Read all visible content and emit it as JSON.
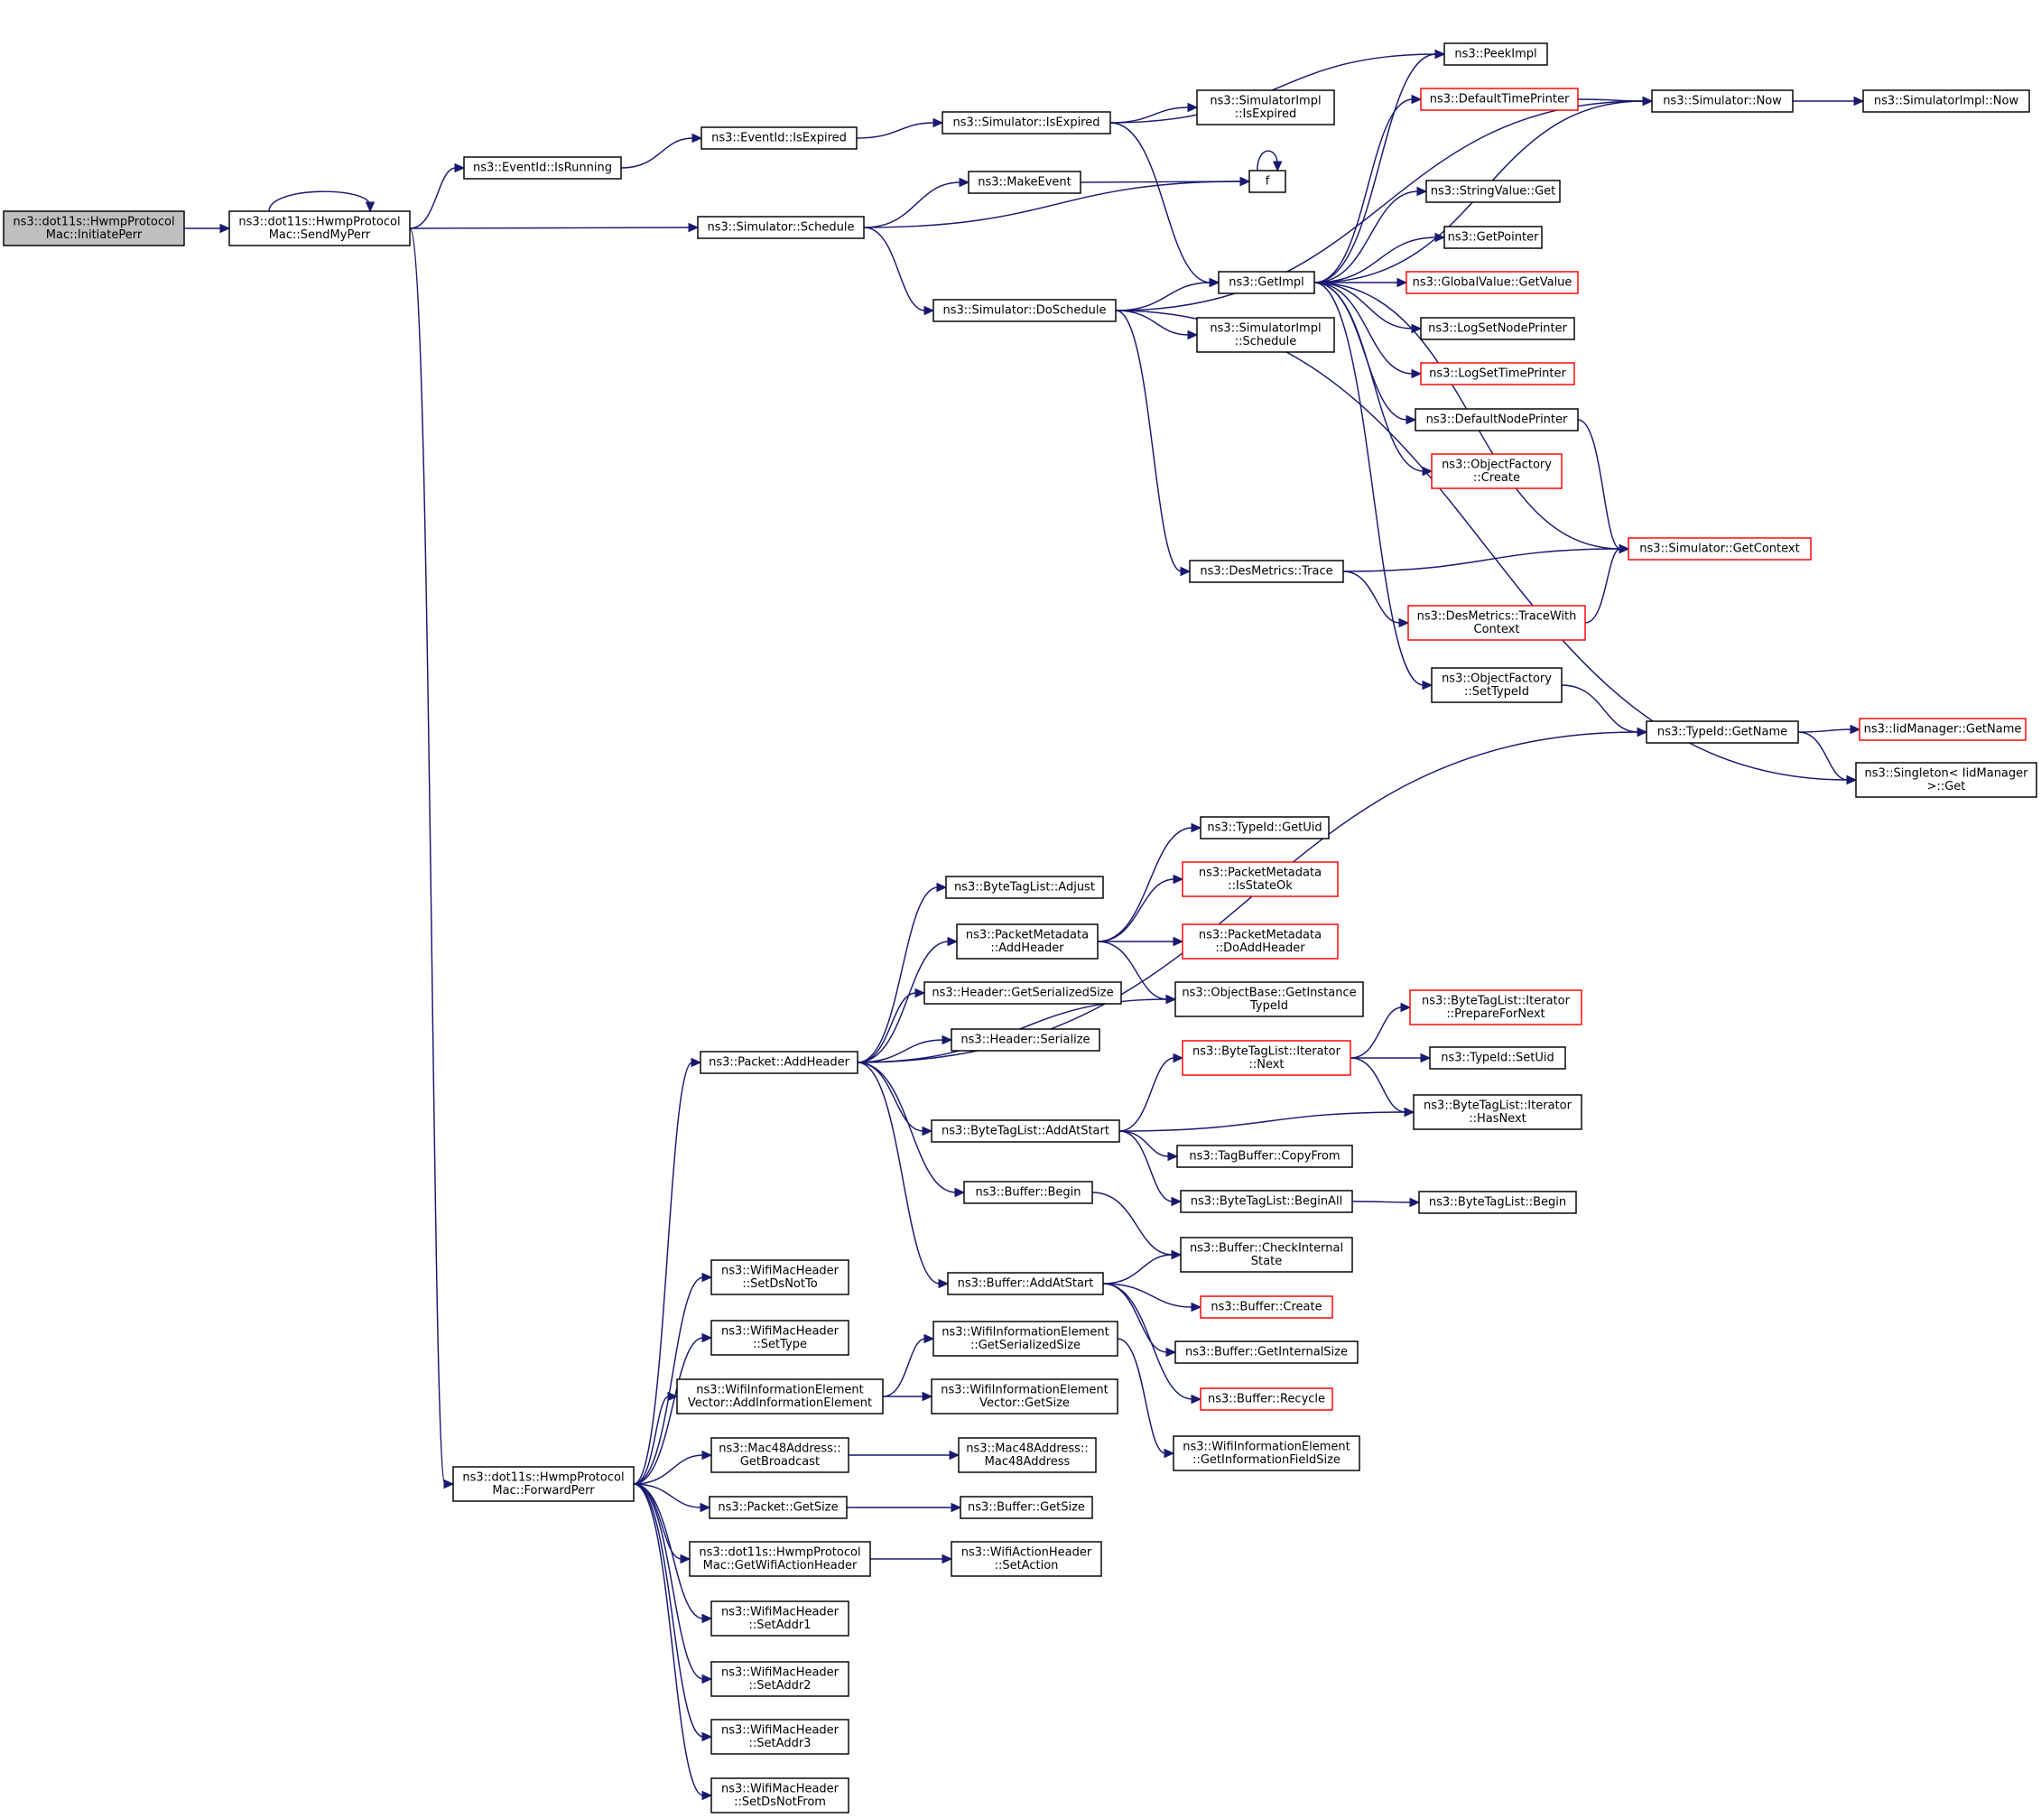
{
  "colors": {
    "edge": "#191970",
    "border": "#000000",
    "border_external": "#ff0000",
    "root_fill": "#bfbfbf"
  },
  "nodes": {
    "n0": {
      "lines": [
        "ns3::dot11s::HwmpProtocol",
        "Mac::InitiatePerr"
      ],
      "style": "root"
    },
    "n1": {
      "lines": [
        "ns3::dot11s::HwmpProtocol",
        "Mac::SendMyPerr"
      ]
    },
    "n2": {
      "lines": [
        "ns3::EventId::IsRunning"
      ]
    },
    "n3": {
      "lines": [
        "ns3::EventId::IsExpired"
      ]
    },
    "n4": {
      "lines": [
        "ns3::Simulator::IsExpired"
      ]
    },
    "n5": {
      "lines": [
        "ns3::PeekImpl"
      ]
    },
    "n6": {
      "lines": [
        "ns3::SimulatorImpl",
        "::IsExpired"
      ]
    },
    "n7": {
      "lines": [
        "ns3::DefaultTimePrinter"
      ],
      "style": "red"
    },
    "n8": {
      "lines": [
        "ns3::Simulator::Now"
      ]
    },
    "n9": {
      "lines": [
        "ns3::SimulatorImpl::Now"
      ]
    },
    "n10": {
      "lines": [
        "ns3::Simulator::Schedule"
      ]
    },
    "n11": {
      "lines": [
        "ns3::MakeEvent"
      ]
    },
    "n12": {
      "lines": [
        "f"
      ]
    },
    "n13": {
      "lines": [
        "ns3::StringValue::Get"
      ]
    },
    "n14": {
      "lines": [
        "ns3::GetPointer"
      ]
    },
    "n15": {
      "lines": [
        "ns3::GetImpl"
      ]
    },
    "n16": {
      "lines": [
        "ns3::GlobalValue::GetValue"
      ],
      "style": "red"
    },
    "n17": {
      "lines": [
        "ns3::Simulator::DoSchedule"
      ]
    },
    "n18": {
      "lines": [
        "ns3::SimulatorImpl",
        "::Schedule"
      ]
    },
    "n19": {
      "lines": [
        "ns3::LogSetNodePrinter"
      ]
    },
    "n20": {
      "lines": [
        "ns3::LogSetTimePrinter"
      ],
      "style": "red"
    },
    "n21": {
      "lines": [
        "ns3::DefaultNodePrinter"
      ]
    },
    "n22": {
      "lines": [
        "ns3::ObjectFactory",
        "::Create"
      ],
      "style": "red"
    },
    "n23": {
      "lines": [
        "ns3::Simulator::GetContext"
      ],
      "style": "red"
    },
    "n24": {
      "lines": [
        "ns3::DesMetrics::Trace"
      ]
    },
    "n25": {
      "lines": [
        "ns3::DesMetrics::TraceWith",
        "Context"
      ],
      "style": "red"
    },
    "n26": {
      "lines": [
        "ns3::ObjectFactory",
        "::SetTypeId"
      ]
    },
    "n27": {
      "lines": [
        "ns3::TypeId::GetName"
      ]
    },
    "n28": {
      "lines": [
        "ns3::IidManager::GetName"
      ],
      "style": "red"
    },
    "n29": {
      "lines": [
        "ns3::Singleton< IidManager",
        ">::Get"
      ]
    },
    "n30": {
      "lines": [
        "ns3::TypeId::GetUid"
      ]
    },
    "n31": {
      "lines": [
        "ns3::ByteTagList::Adjust"
      ]
    },
    "n32": {
      "lines": [
        "ns3::PacketMetadata",
        "::IsStateOk"
      ],
      "style": "red"
    },
    "n33": {
      "lines": [
        "ns3::PacketMetadata",
        "::AddHeader"
      ]
    },
    "n34": {
      "lines": [
        "ns3::PacketMetadata",
        "::DoAddHeader"
      ],
      "style": "red"
    },
    "n35": {
      "lines": [
        "ns3::Header::GetSerializedSize"
      ]
    },
    "n36": {
      "lines": [
        "ns3::ObjectBase::GetInstance",
        "TypeId"
      ]
    },
    "n37": {
      "lines": [
        "ns3::ByteTagList::Iterator",
        "::PrepareForNext"
      ],
      "style": "red"
    },
    "n38": {
      "lines": [
        "ns3::Header::Serialize"
      ]
    },
    "n39": {
      "lines": [
        "ns3::ByteTagList::Iterator",
        "::Next"
      ],
      "style": "red"
    },
    "n40": {
      "lines": [
        "ns3::TypeId::SetUid"
      ]
    },
    "n41": {
      "lines": [
        "ns3::Packet::AddHeader"
      ]
    },
    "n42": {
      "lines": [
        "ns3::ByteTagList::AddAtStart"
      ]
    },
    "n43": {
      "lines": [
        "ns3::ByteTagList::Iterator",
        "::HasNext"
      ]
    },
    "n44": {
      "lines": [
        "ns3::TagBuffer::CopyFrom"
      ]
    },
    "n45": {
      "lines": [
        "ns3::Buffer::Begin"
      ]
    },
    "n46": {
      "lines": [
        "ns3::ByteTagList::BeginAll"
      ]
    },
    "n47": {
      "lines": [
        "ns3::ByteTagList::Begin"
      ]
    },
    "n48": {
      "lines": [
        "ns3::Buffer::CheckInternal",
        "State"
      ]
    },
    "n49": {
      "lines": [
        "ns3::WifiMacHeader",
        "::SetDsNotTo"
      ]
    },
    "n50": {
      "lines": [
        "ns3::Buffer::AddAtStart"
      ]
    },
    "n51": {
      "lines": [
        "ns3::Buffer::Create"
      ],
      "style": "red"
    },
    "n52": {
      "lines": [
        "ns3::WifiMacHeader",
        "::SetType"
      ]
    },
    "n53": {
      "lines": [
        "ns3::WifiInformationElement",
        "::GetSerializedSize"
      ]
    },
    "n54": {
      "lines": [
        "ns3::Buffer::GetInternalSize"
      ]
    },
    "n55": {
      "lines": [
        "ns3::WifiInformationElement",
        "Vector::AddInformationElement"
      ]
    },
    "n56": {
      "lines": [
        "ns3::WifiInformationElement",
        "Vector::GetSize"
      ]
    },
    "n57": {
      "lines": [
        "ns3::Buffer::Recycle"
      ],
      "style": "red"
    },
    "n58": {
      "lines": [
        "ns3::Mac48Address::",
        "GetBroadcast"
      ]
    },
    "n59": {
      "lines": [
        "ns3::Mac48Address::",
        "Mac48Address"
      ]
    },
    "n60": {
      "lines": [
        "ns3::WifiInformationElement",
        "::GetInformationFieldSize"
      ]
    },
    "n61": {
      "lines": [
        "ns3::dot11s::HwmpProtocol",
        "Mac::ForwardPerr"
      ]
    },
    "n62": {
      "lines": [
        "ns3::Packet::GetSize"
      ]
    },
    "n63": {
      "lines": [
        "ns3::Buffer::GetSize"
      ]
    },
    "n64": {
      "lines": [
        "ns3::dot11s::HwmpProtocol",
        "Mac::GetWifiActionHeader"
      ]
    },
    "n65": {
      "lines": [
        "ns3::WifiActionHeader",
        "::SetAction"
      ]
    },
    "n66": {
      "lines": [
        "ns3::WifiMacHeader",
        "::SetAddr1"
      ]
    },
    "n67": {
      "lines": [
        "ns3::WifiMacHeader",
        "::SetAddr2"
      ]
    },
    "n68": {
      "lines": [
        "ns3::WifiMacHeader",
        "::SetAddr3"
      ]
    },
    "n69": {
      "lines": [
        "ns3::WifiMacHeader",
        "::SetDsNotFrom"
      ]
    }
  },
  "edges": [
    [
      "n0",
      "n1"
    ],
    [
      "n1",
      "n1"
    ],
    [
      "n1",
      "n2"
    ],
    [
      "n1",
      "n10"
    ],
    [
      "n1",
      "n61"
    ],
    [
      "n2",
      "n3"
    ],
    [
      "n3",
      "n4"
    ],
    [
      "n4",
      "n5"
    ],
    [
      "n4",
      "n6"
    ],
    [
      "n4",
      "n15"
    ],
    [
      "n10",
      "n11"
    ],
    [
      "n10",
      "n12"
    ],
    [
      "n10",
      "n17"
    ],
    [
      "n11",
      "n12"
    ],
    [
      "n12",
      "n12"
    ],
    [
      "n17",
      "n8"
    ],
    [
      "n17",
      "n15"
    ],
    [
      "n17",
      "n18"
    ],
    [
      "n17",
      "n24"
    ],
    [
      "n17",
      "n29"
    ],
    [
      "n15",
      "n5"
    ],
    [
      "n15",
      "n7"
    ],
    [
      "n15",
      "n8"
    ],
    [
      "n15",
      "n13"
    ],
    [
      "n15",
      "n14"
    ],
    [
      "n15",
      "n16"
    ],
    [
      "n15",
      "n19"
    ],
    [
      "n15",
      "n20"
    ],
    [
      "n15",
      "n21"
    ],
    [
      "n15",
      "n22"
    ],
    [
      "n15",
      "n23"
    ],
    [
      "n15",
      "n26"
    ],
    [
      "n7",
      "n8"
    ],
    [
      "n8",
      "n9"
    ],
    [
      "n21",
      "n23"
    ],
    [
      "n24",
      "n23"
    ],
    [
      "n24",
      "n25"
    ],
    [
      "n25",
      "n23"
    ],
    [
      "n26",
      "n27"
    ],
    [
      "n27",
      "n28"
    ],
    [
      "n27",
      "n29"
    ],
    [
      "n41",
      "n27"
    ],
    [
      "n41",
      "n31"
    ],
    [
      "n41",
      "n33"
    ],
    [
      "n41",
      "n35"
    ],
    [
      "n41",
      "n36"
    ],
    [
      "n41",
      "n38"
    ],
    [
      "n41",
      "n42"
    ],
    [
      "n41",
      "n45"
    ],
    [
      "n41",
      "n50"
    ],
    [
      "n33",
      "n30"
    ],
    [
      "n33",
      "n32"
    ],
    [
      "n33",
      "n34"
    ],
    [
      "n33",
      "n36"
    ],
    [
      "n39",
      "n37"
    ],
    [
      "n39",
      "n40"
    ],
    [
      "n39",
      "n43"
    ],
    [
      "n42",
      "n39"
    ],
    [
      "n42",
      "n43"
    ],
    [
      "n42",
      "n44"
    ],
    [
      "n42",
      "n46"
    ],
    [
      "n46",
      "n47"
    ],
    [
      "n45",
      "n48"
    ],
    [
      "n50",
      "n48"
    ],
    [
      "n50",
      "n51"
    ],
    [
      "n50",
      "n54"
    ],
    [
      "n50",
      "n57"
    ],
    [
      "n53",
      "n60"
    ],
    [
      "n55",
      "n53"
    ],
    [
      "n55",
      "n56"
    ],
    [
      "n58",
      "n59"
    ],
    [
      "n62",
      "n63"
    ],
    [
      "n64",
      "n65"
    ],
    [
      "n61",
      "n41"
    ],
    [
      "n61",
      "n49"
    ],
    [
      "n61",
      "n52"
    ],
    [
      "n61",
      "n55"
    ],
    [
      "n61",
      "n58"
    ],
    [
      "n61",
      "n62"
    ],
    [
      "n61",
      "n64"
    ],
    [
      "n61",
      "n66"
    ],
    [
      "n61",
      "n67"
    ],
    [
      "n61",
      "n68"
    ],
    [
      "n61",
      "n69"
    ]
  ]
}
